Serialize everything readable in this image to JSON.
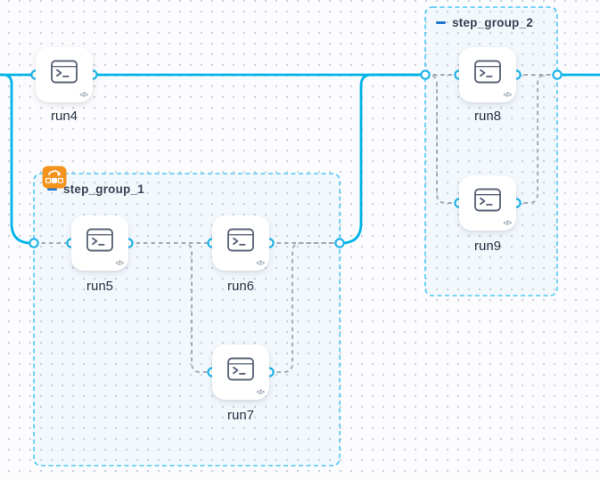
{
  "app": {
    "view": "workflow-flow-canvas"
  },
  "ui": {
    "code_badge": "</>"
  },
  "colors": {
    "edge-solid": "#00b4e8",
    "edge-dashed": "#a3abb8",
    "port-ring": "#1fb4e9",
    "group-border": "#4cc8f3",
    "node-icon": "#5b6478",
    "node-label": "#2a3242",
    "group-label": "#3a4354",
    "collapse-blue": "#1f75d2",
    "badge-orange": "#f2941d",
    "canvas-bg": "#fcfcfe",
    "grid-dot": "#ccd1dc",
    "code-badge": "#98a0ae"
  },
  "nodes": [
    {
      "id": "run4",
      "label": "run4",
      "icon": "terminal-icon"
    },
    {
      "id": "run5",
      "label": "run5",
      "icon": "terminal-icon"
    },
    {
      "id": "run6",
      "label": "run6",
      "icon": "terminal-icon"
    },
    {
      "id": "run7",
      "label": "run7",
      "icon": "terminal-icon"
    },
    {
      "id": "run8",
      "label": "run8",
      "icon": "terminal-icon"
    },
    {
      "id": "run9",
      "label": "run9",
      "icon": "terminal-icon"
    }
  ],
  "groups": [
    {
      "id": "step_group_1",
      "label": "step_group_1",
      "collapse_icon": "minus",
      "badge_icon": "loop-matrix-icon"
    },
    {
      "id": "step_group_2",
      "label": "step_group_2",
      "collapse_icon": "minus",
      "badge_icon": null
    }
  ],
  "edges": [
    {
      "from": "canvas-left",
      "to": "run4",
      "style": "solid"
    },
    {
      "from": "canvas-left",
      "to": "step_group_1.in",
      "style": "solid"
    },
    {
      "from": "run4",
      "to": "step_group_2.in",
      "style": "solid"
    },
    {
      "from": "step_group_1.out",
      "to": "step_group_2.in",
      "style": "solid"
    },
    {
      "from": "step_group_2.out",
      "to": "canvas-right",
      "style": "solid"
    },
    {
      "from": "step_group_1.in",
      "to": "run5",
      "style": "dashed"
    },
    {
      "from": "run5",
      "to": "run6",
      "style": "dashed"
    },
    {
      "from": "run5",
      "to": "run7",
      "style": "dashed"
    },
    {
      "from": "run6",
      "to": "step_group_1.out",
      "style": "dashed"
    },
    {
      "from": "run7",
      "to": "step_group_1.out",
      "style": "dashed"
    },
    {
      "from": "step_group_2.in",
      "to": "run8",
      "style": "dashed"
    },
    {
      "from": "step_group_2.in",
      "to": "run9",
      "style": "dashed"
    },
    {
      "from": "run8",
      "to": "step_group_2.out",
      "style": "dashed"
    },
    {
      "from": "run9",
      "to": "step_group_2.out",
      "style": "dashed"
    }
  ]
}
